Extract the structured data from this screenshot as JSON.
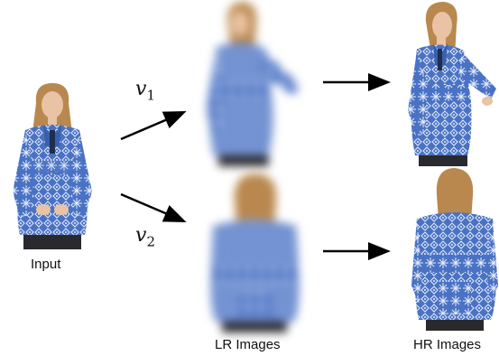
{
  "captions": {
    "input": "Input",
    "lr": "LR Images",
    "hr": "HR Images"
  },
  "views": {
    "v1_symbol": "v",
    "v1_sub": "1",
    "v2_symbol": "v",
    "v2_sub": "2"
  },
  "colors": {
    "sweater": "#4a72c4",
    "sweater_dark": "#3a5fae",
    "pattern": "#e8eef9",
    "hair": "#b9884e",
    "skin": "#e9c3a4",
    "pants": "#2a2a2e",
    "arrow": "#000000"
  },
  "icons": {
    "arrow": "right-arrow-icon"
  }
}
